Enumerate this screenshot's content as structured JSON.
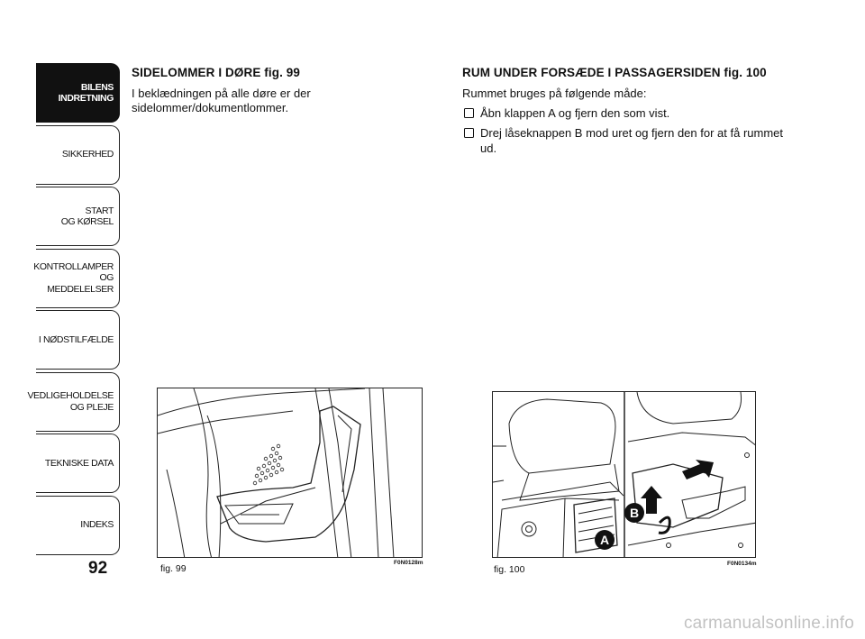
{
  "tabs": [
    {
      "label": "BILENS\nINDRETNING",
      "active": true
    },
    {
      "label": "SIKKERHED"
    },
    {
      "label": "START\nOG KØRSEL"
    },
    {
      "label": "KONTROLLAMPER\nOG MEDDELELSER"
    },
    {
      "label": "I NØDSTILFÆLDE"
    },
    {
      "label": "VEDLIGEHOLDELSE\nOG PLEJE"
    },
    {
      "label": "TEKNISKE DATA"
    },
    {
      "label": "INDEKS"
    }
  ],
  "page_number": "92",
  "left": {
    "heading": "SIDELOMMER I DØRE fig. 99",
    "body": "I beklædningen på alle døre er der sidelommer/dokumentlommer."
  },
  "right": {
    "heading": "RUM UNDER FORSÆDE I PASSAGERSIDEN fig. 100",
    "intro": "Rummet bruges på følgende måde:",
    "steps": [
      "Åbn klappen A og fjern den som vist.",
      "Drej låseknappen B mod uret og fjern den for at få rummet ud."
    ]
  },
  "figures": {
    "fig99": {
      "caption": "fig. 99",
      "code": "F0N0128m"
    },
    "fig100": {
      "caption": "fig. 100",
      "code": "F0N0134m",
      "callout_a": "A",
      "callout_b": "B"
    }
  },
  "watermark": "carmanualsonline.info"
}
